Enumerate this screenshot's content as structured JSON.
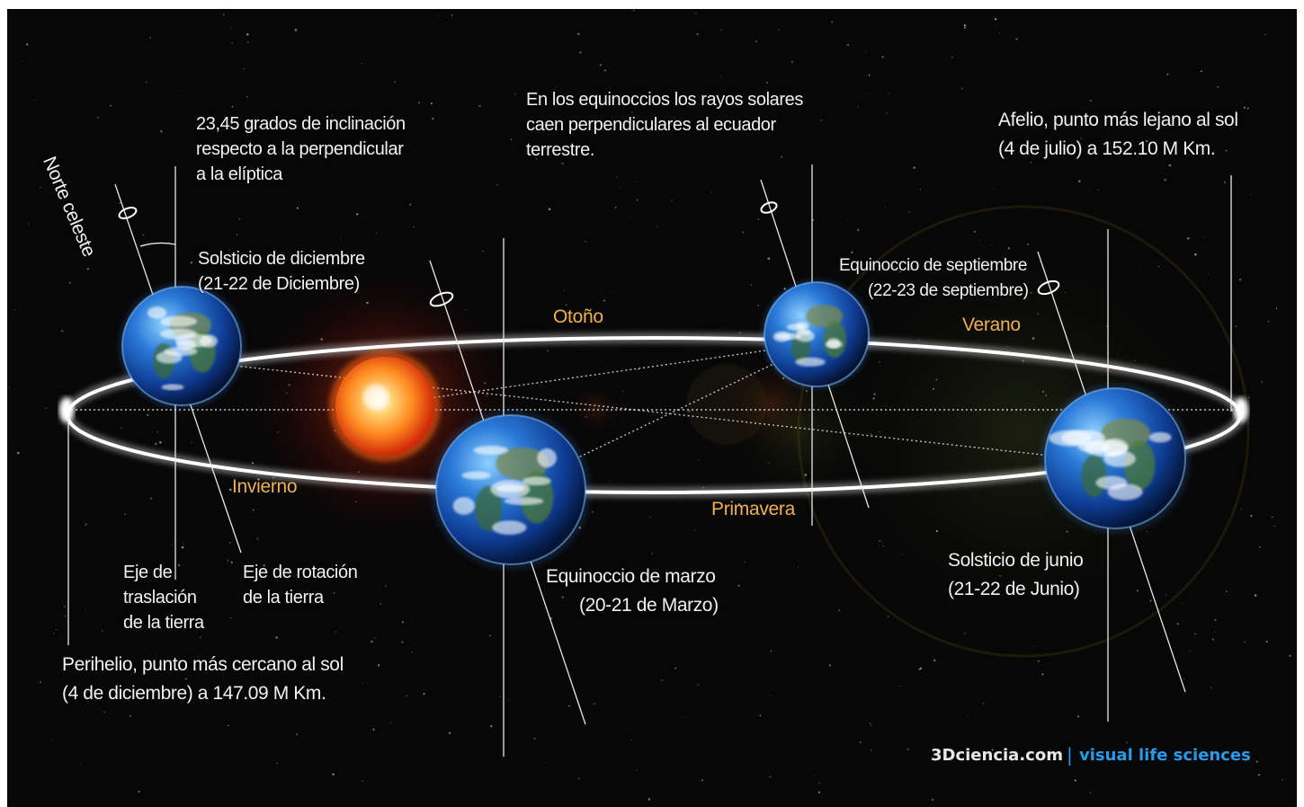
{
  "labels": {
    "norte_celeste": "Norte celeste",
    "inclination": "23,45 grados de inclinación\nrespecto a la perpendicular\na la elíptica",
    "equinox_rays": "En los equinoccios los rayos solares\ncaen perpendiculares al ecuador\nterrestre.",
    "afelio": "Afelio, punto más lejano al sol\n(4 de julio) a 152.10 M Km.",
    "solsticio_dic_title": "Solsticio de diciembre",
    "solsticio_dic_date": "(21-22 de Diciembre)",
    "equinoccio_sep_title": "Equinoccio de septiembre",
    "equinoccio_sep_date": "(22-23 de septiembre)",
    "eje_traslacion": "Eje de\ntraslación\nde la tierra",
    "eje_rotacion": "Eje de rotación\nde la tierra",
    "equinoccio_mar_title": "Equinoccio de marzo",
    "equinoccio_mar_date": "(20-21 de Marzo)",
    "solsticio_jun_title": "Solsticio de junio",
    "solsticio_jun_date": "(21-22 de Junio)",
    "perihelio": "Perihelio, punto más cercano al sol\n(4 de diciembre) a 147.09 M Km."
  },
  "seasons": {
    "otono": "Otoño",
    "verano": "Verano",
    "invierno": "Invierno",
    "primavera": "Primavera"
  },
  "brand": {
    "site": "3Dciencia.com",
    "separator": "|",
    "tagline": "visual life sciences"
  },
  "colors": {
    "background": "#070708",
    "label_text": "#f2f2f2",
    "season_text": "#f0b050",
    "brand_blue": "#2a9ae8",
    "orbit": "#ffffff",
    "sun_core": "#ffe080",
    "sun_edge": "#e03010",
    "ocean": "#1a5cc0"
  }
}
